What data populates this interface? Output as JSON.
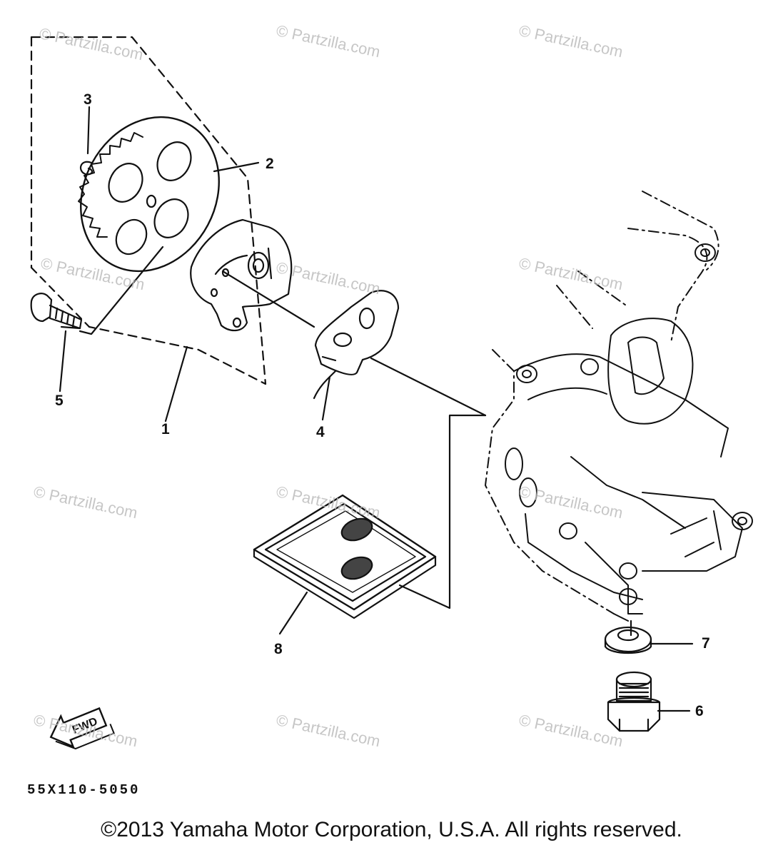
{
  "diagram": {
    "watermark_text": "© Partzilla.com",
    "callouts": {
      "c1": "1",
      "c2": "2",
      "c3": "3",
      "c4": "4",
      "c5": "5",
      "c6": "6",
      "c7": "7",
      "c8": "8"
    },
    "direction_badge": "FWD",
    "diagram_code": "55X110-5050"
  },
  "footer": {
    "copyright": "©2013 Yamaha Motor Corporation, U.S.A. All rights reserved."
  },
  "colors": {
    "ink": "#111111",
    "watermark": "#b9b9b9",
    "background": "#ffffff"
  }
}
